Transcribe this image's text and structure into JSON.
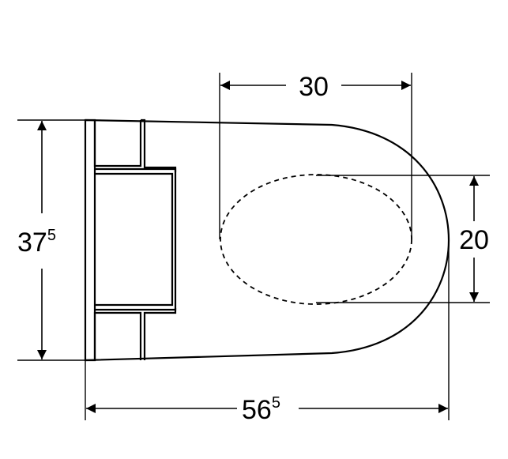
{
  "dimensions": {
    "top_width": {
      "value": "30"
    },
    "overall_length": {
      "value": "56",
      "superscript": "5"
    },
    "overall_width": {
      "value": "37",
      "superscript": "5"
    },
    "inner_height": {
      "value": "20"
    }
  },
  "colors": {
    "line": "#000000",
    "background": "#ffffff"
  }
}
